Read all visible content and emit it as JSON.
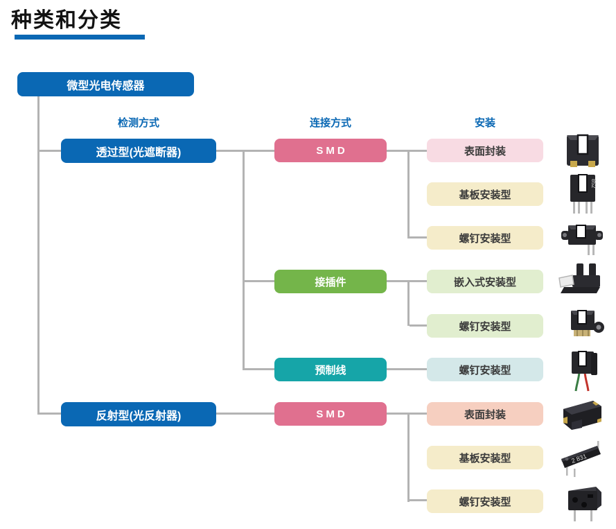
{
  "title": "种类和分类",
  "headers": {
    "detection": "检测方式",
    "connection": "连接方式",
    "mounting": "安装"
  },
  "root": {
    "label": "微型光电传感器"
  },
  "detection": [
    {
      "label": "透过型(光遮断器)"
    },
    {
      "label": "反射型(光反射器)"
    }
  ],
  "connection": [
    {
      "label": "SMD"
    },
    {
      "label": "接插件"
    },
    {
      "label": "预制线"
    },
    {
      "label": "SMD"
    }
  ],
  "mounting": [
    {
      "label": "表面封装"
    },
    {
      "label": "基板安装型"
    },
    {
      "label": "螺钉安装型"
    },
    {
      "label": "嵌入式安装型"
    },
    {
      "label": "螺钉安装型"
    },
    {
      "label": "螺钉安装型"
    },
    {
      "label": "表面封装"
    },
    {
      "label": "基板安装型"
    },
    {
      "label": "螺钉安装型"
    }
  ],
  "images": [
    {
      "icon": "slot-sensor-smd-icon"
    },
    {
      "icon": "slot-sensor-pcb-icon",
      "marking": "852"
    },
    {
      "icon": "slot-sensor-screw-icon"
    },
    {
      "icon": "slot-sensor-connector-icon"
    },
    {
      "icon": "slot-sensor-screw-connector-icon"
    },
    {
      "icon": "slot-sensor-prewired-icon"
    },
    {
      "icon": "reflective-sensor-smd-icon"
    },
    {
      "icon": "reflective-sensor-pcb-icon",
      "marking": "2 831"
    },
    {
      "icon": "reflective-sensor-screw-icon"
    }
  ],
  "colors": {
    "primary_blue": "#0a68b4",
    "pink": "#e0708f",
    "green": "#74b54a",
    "teal": "#16a5a8",
    "light_pink": "#f8dbe3",
    "cream": "#f5ecca",
    "light_green": "#e1eecf",
    "light_teal": "#d4e8e9",
    "peach": "#f6cfc0",
    "line_gray": "#b3b3b3",
    "title_text": "#121212"
  }
}
